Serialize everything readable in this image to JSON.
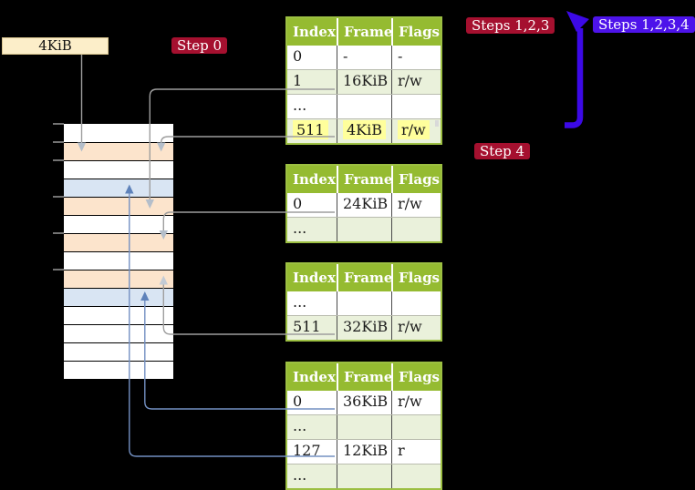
{
  "frame_size_label": "4KiB",
  "badges": {
    "step0": "Step 0",
    "steps123": "Steps 1,2,3",
    "steps1234": "Steps 1,2,3,4",
    "step4": "Step 4"
  },
  "tables": {
    "table1": {
      "headers": [
        "Index",
        "Frame",
        "Flags"
      ],
      "rows": [
        {
          "index": "0",
          "frame": "-",
          "flags": "-"
        },
        {
          "index": "1",
          "frame": "16KiB",
          "flags": "r/w"
        },
        {
          "index": "...",
          "frame": "",
          "flags": ""
        },
        {
          "index": "511",
          "frame": "4KiB",
          "flags": "r/w"
        }
      ]
    },
    "table2": {
      "headers": [
        "Index",
        "Frame",
        "Flags"
      ],
      "rows": [
        {
          "index": "0",
          "frame": "24KiB",
          "flags": "r/w"
        },
        {
          "index": "...",
          "frame": "",
          "flags": ""
        }
      ]
    },
    "table3": {
      "headers": [
        "Index",
        "Frame",
        "Flags"
      ],
      "rows": [
        {
          "index": "...",
          "frame": "",
          "flags": ""
        },
        {
          "index": "511",
          "frame": "32KiB",
          "flags": "r/w"
        }
      ]
    },
    "table4": {
      "headers": [
        "Index",
        "Frame",
        "Flags"
      ],
      "rows": [
        {
          "index": "0",
          "frame": "36KiB",
          "flags": "r/w"
        },
        {
          "index": "...",
          "frame": "",
          "flags": ""
        },
        {
          "index": "127",
          "frame": "12KiB",
          "flags": "r"
        },
        {
          "index": "...",
          "frame": "",
          "flags": ""
        }
      ]
    }
  },
  "memory": {
    "rows": [
      "white",
      "peach",
      "white",
      "blue",
      "peach",
      "white",
      "peach",
      "white",
      "peach",
      "blue",
      "white",
      "white",
      "white",
      "white"
    ]
  },
  "colors": {
    "header_green": "#95bb31",
    "table_border_green": "#9cbf42",
    "row_alt_green": "#eaf1db",
    "highlight_yellow": "#ffff9c",
    "frame_peach": "#fce4cc",
    "frame_blue": "#d9e5f3",
    "badge_crimson": "#a5102f",
    "badge_blue": "#4d13ea",
    "big_arrow_blue": "#3c09e6",
    "connector_gray": "#9e9e9e",
    "connector_blue": "#7390c2"
  }
}
